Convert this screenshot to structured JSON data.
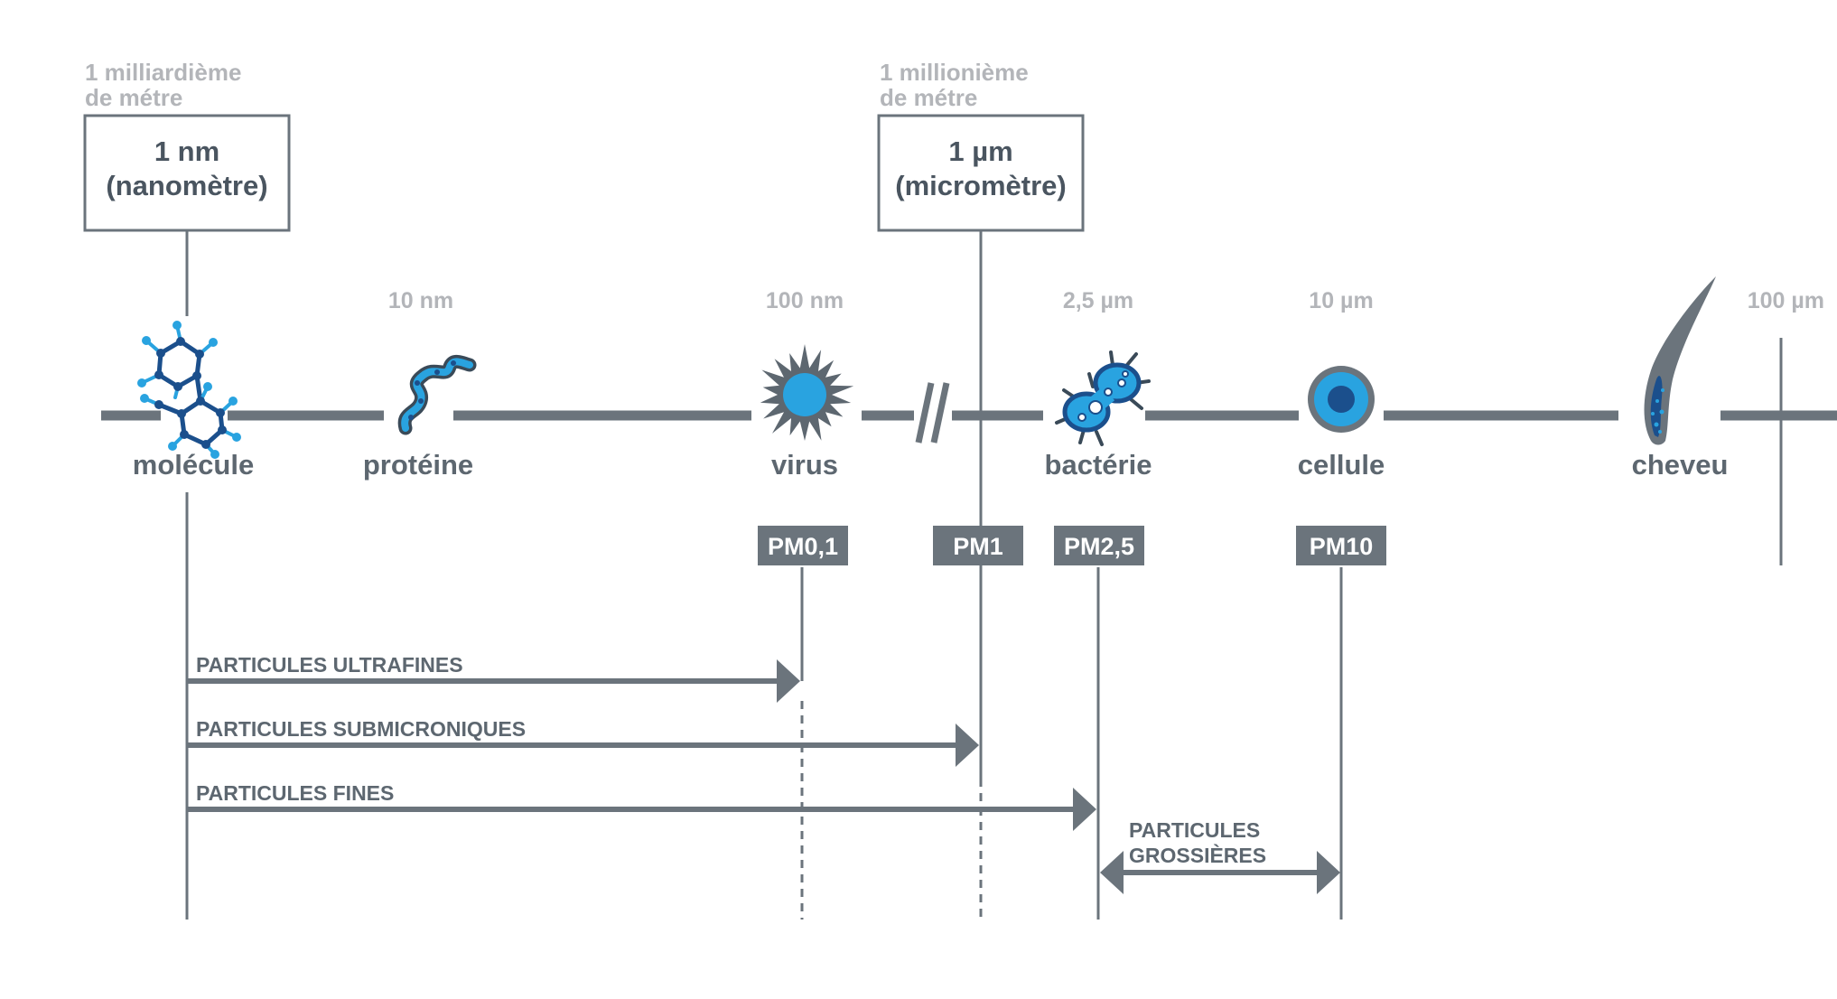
{
  "colors": {
    "line": "#6b747c",
    "text": "#5d6770",
    "muted": "#b3b5b9",
    "accent_light": "#29a3e0",
    "accent_dark": "#1b4f8c",
    "tag_bg": "#6b747c"
  },
  "references": [
    {
      "caption_line1": "1 milliardième",
      "caption_line2": "de métre",
      "box_line1": "1 nm",
      "box_line2": "(nanomètre)"
    },
    {
      "caption_line1": "1 millionième",
      "caption_line2": "de métre",
      "box_line1": "1 µm",
      "box_line2": "(micromètre)"
    }
  ],
  "scale_ticks": [
    "10 nm",
    "100 nm",
    "2,5 µm",
    "10 µm",
    "100 µm"
  ],
  "items": [
    {
      "label": "molécule",
      "icon": "molecule-icon"
    },
    {
      "label": "protéine",
      "icon": "protein-icon"
    },
    {
      "label": "virus",
      "icon": "virus-icon"
    },
    {
      "label": "bactérie",
      "icon": "bacteria-icon"
    },
    {
      "label": "cellule",
      "icon": "cell-icon"
    },
    {
      "label": "cheveu",
      "icon": "hair-icon"
    }
  ],
  "pm_tags": [
    "PM0,1",
    "PM1",
    "PM2,5",
    "PM10"
  ],
  "ranges": [
    {
      "label": "PARTICULES ULTRAFINES"
    },
    {
      "label": "PARTICULES SUBMICRONIQUES"
    },
    {
      "label": "PARTICULES FINES"
    },
    {
      "label_line1": "PARTICULES",
      "label_line2": "GROSSIÈRES"
    }
  ]
}
